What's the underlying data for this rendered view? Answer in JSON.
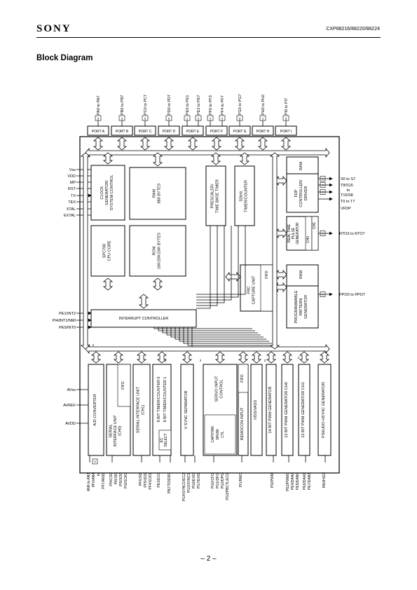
{
  "header": {
    "brand": "SONY",
    "part_number": "CXP88216/88220/88224"
  },
  "title": "Block Diagram",
  "page_number": "– 2 –",
  "ports": [
    {
      "pin": "PA0 to PA7",
      "block": "PORT A",
      "n": "8"
    },
    {
      "pin": "PB0 to PB7",
      "block": "PORT B",
      "n": "8"
    },
    {
      "pin": "PC0 to PC7",
      "block": "PORT C",
      "n": "8"
    },
    {
      "pin": "PD0 to PD7",
      "block": "PORT D",
      "n": "8"
    },
    {
      "pin": "PE0 to PE1",
      "block": "PORT E",
      "n": "2"
    },
    {
      "pin": "PE2 to PE7",
      "block": "",
      "n": "6"
    },
    {
      "pin": "PF0 to PF3",
      "block": "PORT F",
      "n": "4"
    },
    {
      "pin": "PF4 to PF7",
      "block": "",
      "n": "4"
    },
    {
      "pin": "PG0 to PG7",
      "block": "PORT G",
      "n": "8"
    },
    {
      "pin": "PH0 to PH2",
      "block": "PORT H",
      "n": "3"
    },
    {
      "pin": "PI0 to PI7",
      "block": "PORT I",
      "n": "8"
    }
  ],
  "left_pins": [
    "Vss",
    "VDD",
    "MP",
    "RST",
    "TX",
    "TEX",
    "XTAL",
    "EXTAL"
  ],
  "interrupt_pins": [
    "PE1/INT2",
    "PI4/INT1/NMI",
    "PE0/INT0"
  ],
  "analog_pins": [
    "AVss",
    "AVREF",
    "AVDD"
  ],
  "blocks": {
    "clock": [
      "CLOCK",
      "GENERATOR/",
      "SYSTEM CONTROL"
    ],
    "ram": [
      "RAM",
      "880 BYTES"
    ],
    "prescaler": [
      "PRESCALER/",
      "TIME BASE TIMER"
    ],
    "timer32k": [
      "32kHz",
      "TIMER/COUNTER"
    ],
    "fdp_ram": "RAM",
    "fdp": [
      "FDP",
      "CONTROLLER/",
      "DRIVER"
    ],
    "rtp": [
      "REAL TIME",
      "PULSE",
      "GENERATOR"
    ],
    "ch0": "CH0",
    "ch1": "CH1",
    "cpu": [
      "SPC700",
      "CPU CORE"
    ],
    "rom": [
      "ROM",
      "16K/20K/24K BYTES"
    ],
    "frc": [
      "FRC",
      "CAPTURE UNIT"
    ],
    "fifo": "FIFO",
    "ppg_ram": "RAM",
    "ppg": [
      "PROGRAMMABLE",
      "PATTERN",
      "GENERATOR"
    ],
    "intc": "INTERRUPT CONTROLLER",
    "adc": "A/D CONVERTER",
    "sio0_fifo": "FIFO",
    "sio0": [
      "SERIAL",
      "INTERFACE UNIT",
      "(CH0)"
    ],
    "sio1": [
      "SERIAL INTERFACE UNIT",
      "(CH1)"
    ],
    "tc0": "8 BIT TIMER/COUNTER 0",
    "tc1": "8 BIT TIMER/COUNTER 1",
    "ec": [
      "EC",
      "SELECT"
    ],
    "vsync": "V SYNC SEPARATOR",
    "servo": [
      "SERVO INPUT",
      "CONTROL"
    ],
    "capstan": [
      "CAPSTAN",
      "DRUM",
      "CTL"
    ],
    "remocon": "REMOCON INPUT",
    "remocon_fifo": "FIFO",
    "vissvass": "VISS/VASS",
    "pwm14": "14 BIT PWM GENERATOR",
    "pwm12_0": "12 BIT PWM GENERATOR CH0",
    "pwm12_1": "12 BIT PWM GENERATOR CH1",
    "hsync": "PSEUDO HSYNC GENERATOR"
  },
  "right_pins": {
    "fdp": [
      "S0 to S7",
      "T8/S15",
      "to",
      "T15/S8",
      "T0 to T7",
      "VFDP"
    ],
    "rto": "RTO3 to RTO7",
    "ppo": "PPO0 to PPO7"
  },
  "bottom_pins": [
    [
      "AN0 to AN3",
      "PF0/AN4",
      "to",
      "PF7/AN11"
    ],
    [
      "PI4/CS0",
      "PI6/SI0",
      "PI5/SO0",
      "PI3/SCK0"
    ],
    [
      "PF6/SI1",
      "PF5/SO1",
      "PF4/SCK1"
    ],
    [
      "PE1/EC0"
    ],
    [
      "PB7/TO/DD0"
    ],
    [
      "PG4/SYNCO/EC2",
      "PG3/SYNC1"
    ],
    [
      "PG6/EXI0",
      "PG7/EXI1"
    ],
    [
      "PG0/CFG",
      "PG1/DFG",
      "PG2/DPG",
      "PG3/PBCTL/EC1"
    ],
    [
      "PI1/RMC"
    ],
    [
      "PI2/PWM"
    ],
    [
      "PE2/PWM0",
      "PE4/DAA0",
      "PE5/DAB0"
    ],
    [
      "PE6/DAA1",
      "PE7/DAB1"
    ],
    [
      "PA0/HSO"
    ]
  ],
  "bus_counts": {
    "adc": "8",
    "fdp1": "8",
    "fdp2": "8",
    "fdp3": "8",
    "rto": "5",
    "ppo": "8",
    "side": "2"
  }
}
